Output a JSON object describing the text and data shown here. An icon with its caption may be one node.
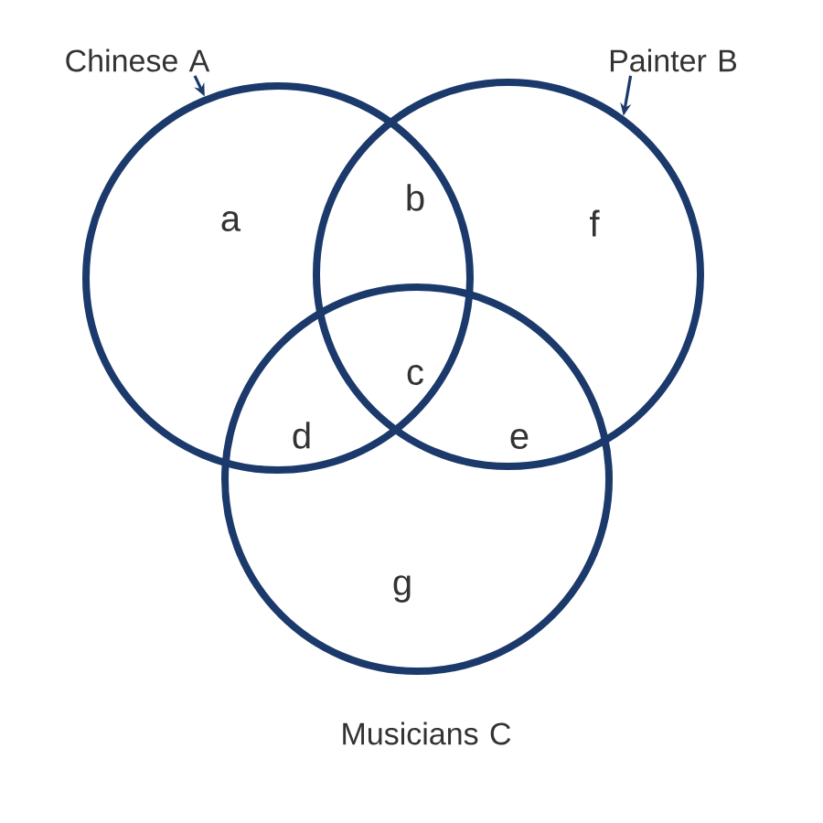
{
  "diagram": {
    "nodes": [
      {
        "text": [
          "Chinese A"
        ]
      },
      {
        "text": [],
        "shape": "circle"
      },
      {
        "text": [
          "Painter B"
        ]
      },
      {
        "text": [],
        "shape": "circle"
      },
      {
        "text": [],
        "shape": "circle",
        "beside": [
          "Musicians C"
        ]
      }
    ],
    "edges": [
      {
        "from": 0,
        "to": 1,
        "arrow": "to"
      },
      {
        "from": 2,
        "to": 3,
        "arrow": "to"
      }
    ],
    "labels": [
      "a",
      "b",
      "f",
      "c",
      "d",
      "e",
      "g"
    ]
  }
}
